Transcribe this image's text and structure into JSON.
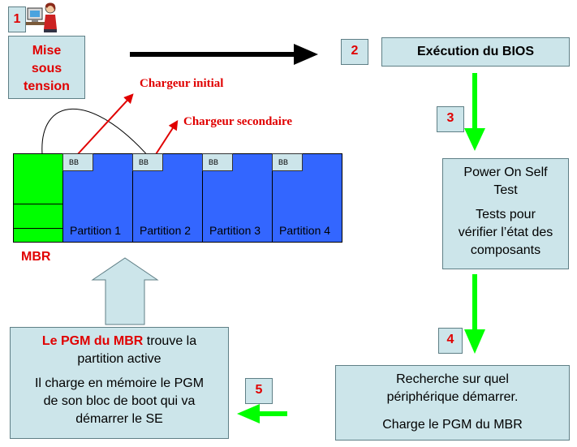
{
  "steps": {
    "s1": {
      "number": "1",
      "lines": [
        "Mise",
        "sous",
        "tension"
      ]
    },
    "s2": {
      "number": "2",
      "label": "Exécution du BIOS"
    },
    "s3": {
      "number": "3",
      "line1": "Power On Self",
      "line2": "Test",
      "line3": "Tests pour",
      "line4": "vérifier l’état des",
      "line5": "composants"
    },
    "s4": {
      "number": "4",
      "line1": "Recherche sur quel",
      "line2": "périphérique démarrer.",
      "line3": "Charge le PGM du MBR"
    },
    "s5": {
      "number": "5",
      "highlight": "Le PGM du MBR",
      "rest": " trouve la",
      "line2": "partition active",
      "line3": "Il charge en mémoire le PGM",
      "line4": "de son bloc de boot qui va",
      "line5": "démarrer le SE"
    }
  },
  "disk": {
    "mbr_label": "MBR",
    "boot_block_label": "BB",
    "partitions": [
      "Partition 1",
      "Partition 2",
      "Partition 3",
      "Partition 4"
    ]
  },
  "loaders": {
    "initial": "Chargeur initial",
    "secondary": "Chargeur secondaire"
  },
  "colors": {
    "box_fill": "#cce5ea",
    "accent_red": "#e00000",
    "arrow_green": "#00ff00",
    "mbr_green": "#00ff00",
    "partition_blue": "#3366ff"
  },
  "icons": {
    "step1": "person-at-computer-icon"
  }
}
